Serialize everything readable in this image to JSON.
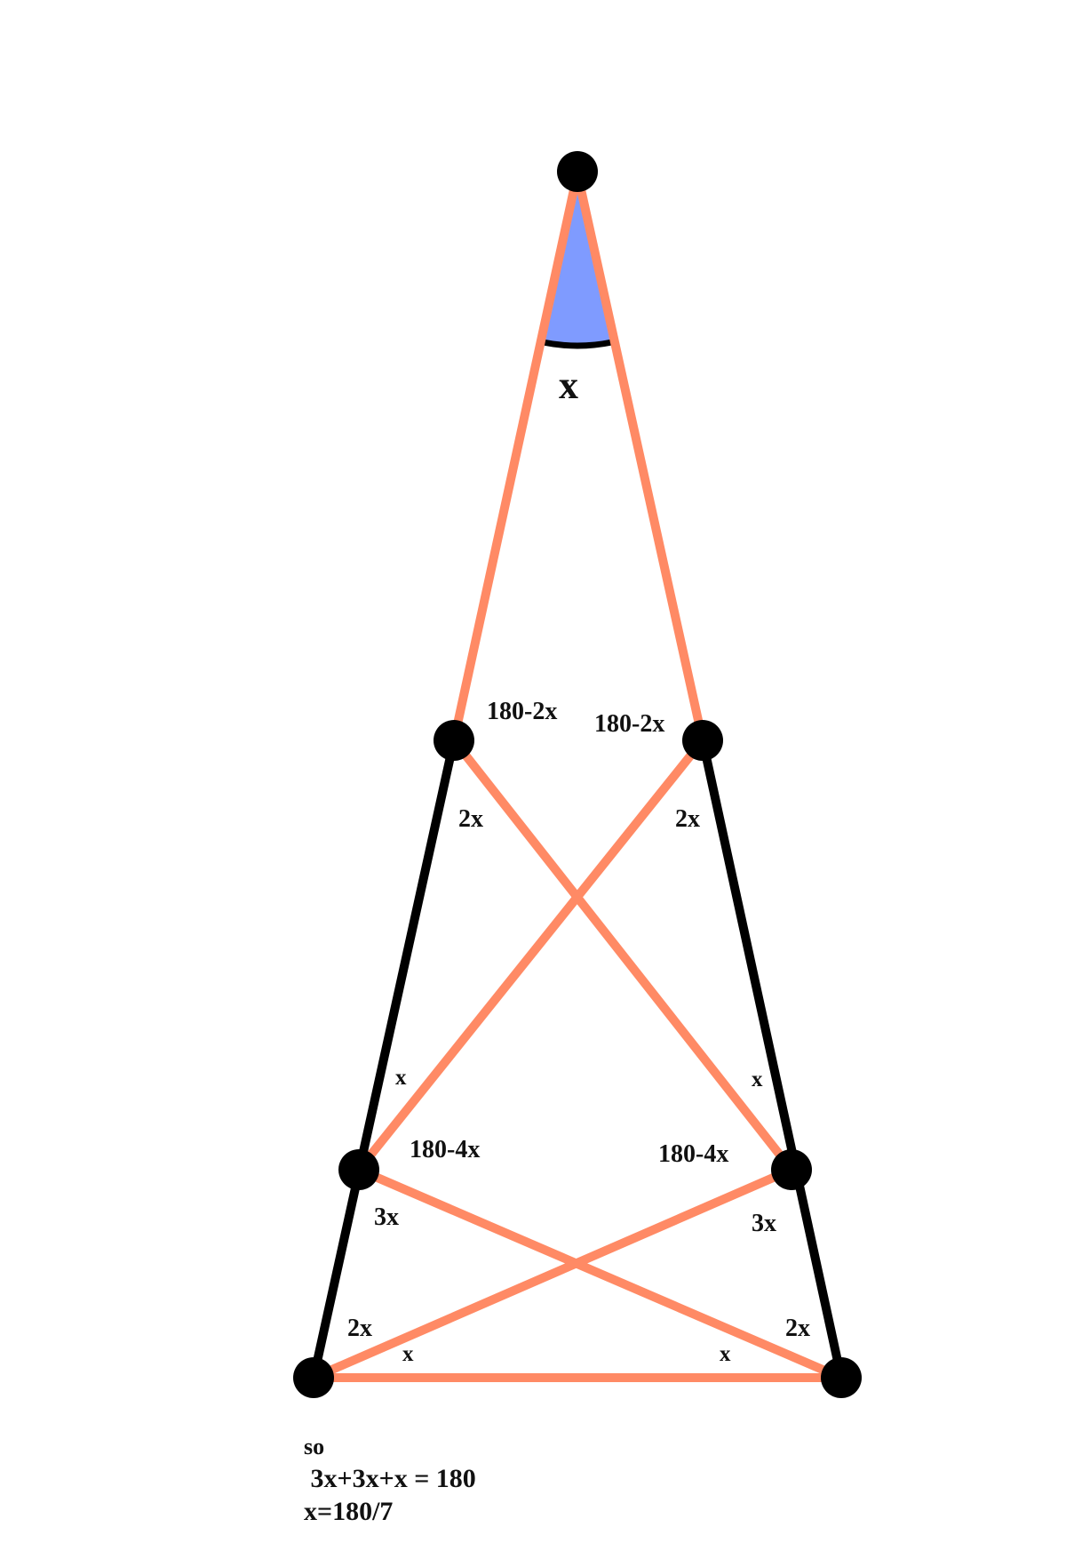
{
  "colors": {
    "orange_segment": "#ff8a65",
    "black_segment": "#000000",
    "angle_fill": "#7f9bff",
    "point": "#000000"
  },
  "labels": {
    "apex_angle": "x",
    "upper_left_outer": "180-2x",
    "upper_right_outer": "180-2x",
    "upper_left_inner": "2x",
    "upper_right_inner": "2x",
    "middle_left_upper": "x",
    "middle_right_upper": "x",
    "middle_left_outer": "180-4x",
    "middle_right_outer": "180-4x",
    "middle_left_lower": "3x",
    "middle_right_lower": "3x",
    "bottom_left_upper": "2x",
    "bottom_right_upper": "2x",
    "bottom_left_lower": "x",
    "bottom_right_lower": "x"
  },
  "solution": {
    "line1": "so",
    "line2": " 3x+3x+x = 180",
    "line3": "x=180/7"
  }
}
